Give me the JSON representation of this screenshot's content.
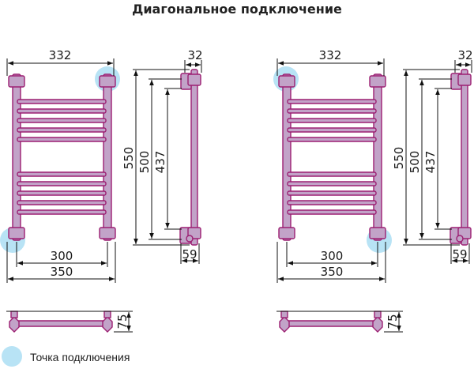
{
  "title": "Диагональное подключение",
  "colors": {
    "frame": "#c2a3c8",
    "frame_stroke": "#9c1f72",
    "dim_line": "#111111",
    "connection_point": "#b8e3f5"
  },
  "diagrams": [
    {
      "front": {
        "width_top": "332",
        "width_inner": "300",
        "width_outer": "350"
      },
      "side": {
        "depth_top": "32",
        "height_total": "550",
        "height_mid": "500",
        "height_axis": "437",
        "offset_bottom": "59"
      },
      "top_view": {
        "depth": "75"
      },
      "connection_points": [
        "top-right",
        "bottom-left"
      ]
    },
    {
      "front": {
        "width_top": "332",
        "width_inner": "300",
        "width_outer": "350"
      },
      "side": {
        "depth_top": "32",
        "height_total": "550",
        "height_mid": "500",
        "height_axis": "437",
        "offset_bottom": "59"
      },
      "top_view": {
        "depth": "75"
      },
      "connection_points": [
        "top-left",
        "bottom-right"
      ]
    }
  ],
  "legend": {
    "label": "Точка подключения",
    "icon": "connection-point-circle"
  }
}
